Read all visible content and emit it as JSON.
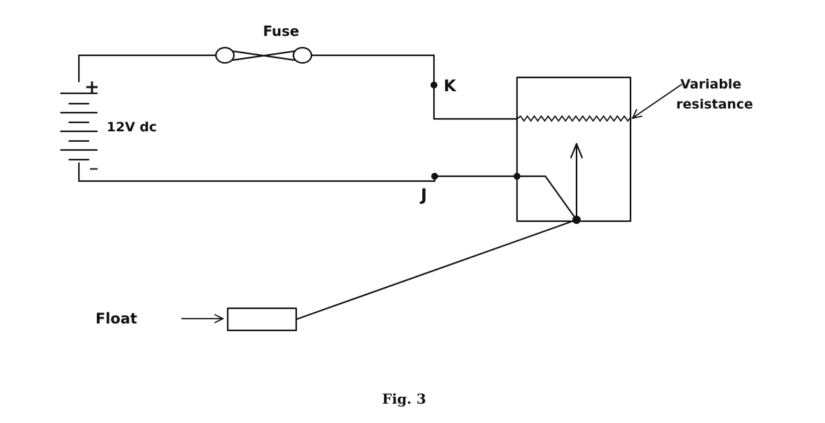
{
  "labels": {
    "fuse": "Fuse",
    "plus": "+",
    "minus": "−",
    "voltage": "12V dc",
    "node_k": "K",
    "node_j": "J",
    "variable_line1": "Variable",
    "variable_line2": "resistance",
    "float": "Float"
  },
  "caption": "Fig. 3"
}
